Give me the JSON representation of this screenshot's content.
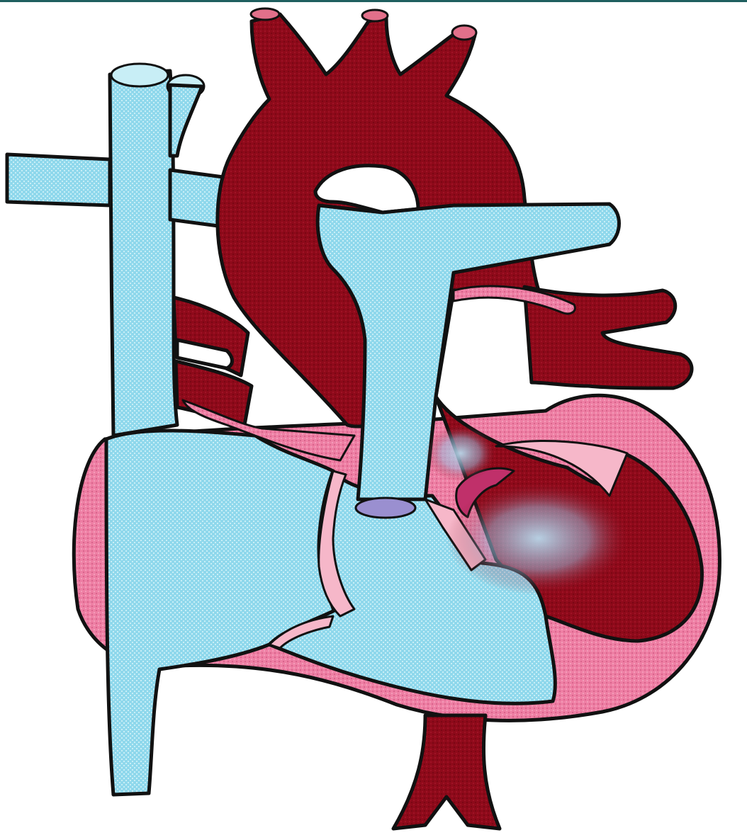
{
  "diagram": {
    "colors": {
      "background": "#ffffff",
      "top_strip": "#1f5f5f",
      "deoxygenated": "#8fd8ec",
      "deoxygenated_light": "#c8eef6",
      "oxygenated": "#8e0a1a",
      "oxygenated_vessel_tip": "#e2708a",
      "myocardium": "#ee7fa4",
      "myocardium_light": "#f6b7c9",
      "valve": "#9a8fd0",
      "septal_defect": "#c0306a",
      "outline": "#111111"
    },
    "structures": [
      {
        "name": "superior-vena-cava",
        "icon": "blue-vessel"
      },
      {
        "name": "inferior-vena-cava",
        "icon": "blue-vessel"
      },
      {
        "name": "right-pulmonary-artery",
        "icon": "blue-vessel"
      },
      {
        "name": "pulmonary-trunk",
        "icon": "blue-vessel"
      },
      {
        "name": "aortic-arch",
        "icon": "red-vessel"
      },
      {
        "name": "brachiocephalic-branches",
        "icon": "red-vessel"
      },
      {
        "name": "pulmonary-veins",
        "icon": "red-vessel"
      },
      {
        "name": "descending-aorta",
        "icon": "red-vessel"
      },
      {
        "name": "right-atrium",
        "icon": "blue-chamber"
      },
      {
        "name": "right-ventricle",
        "icon": "blue-chamber"
      },
      {
        "name": "left-atrium",
        "icon": "red-chamber"
      },
      {
        "name": "left-ventricle",
        "icon": "red-chamber"
      },
      {
        "name": "pericardium",
        "icon": "pink-wall"
      },
      {
        "name": "pulmonary-valve",
        "icon": "valve"
      },
      {
        "name": "ventricular-septal-defect",
        "icon": "mixing-flow"
      }
    ]
  }
}
